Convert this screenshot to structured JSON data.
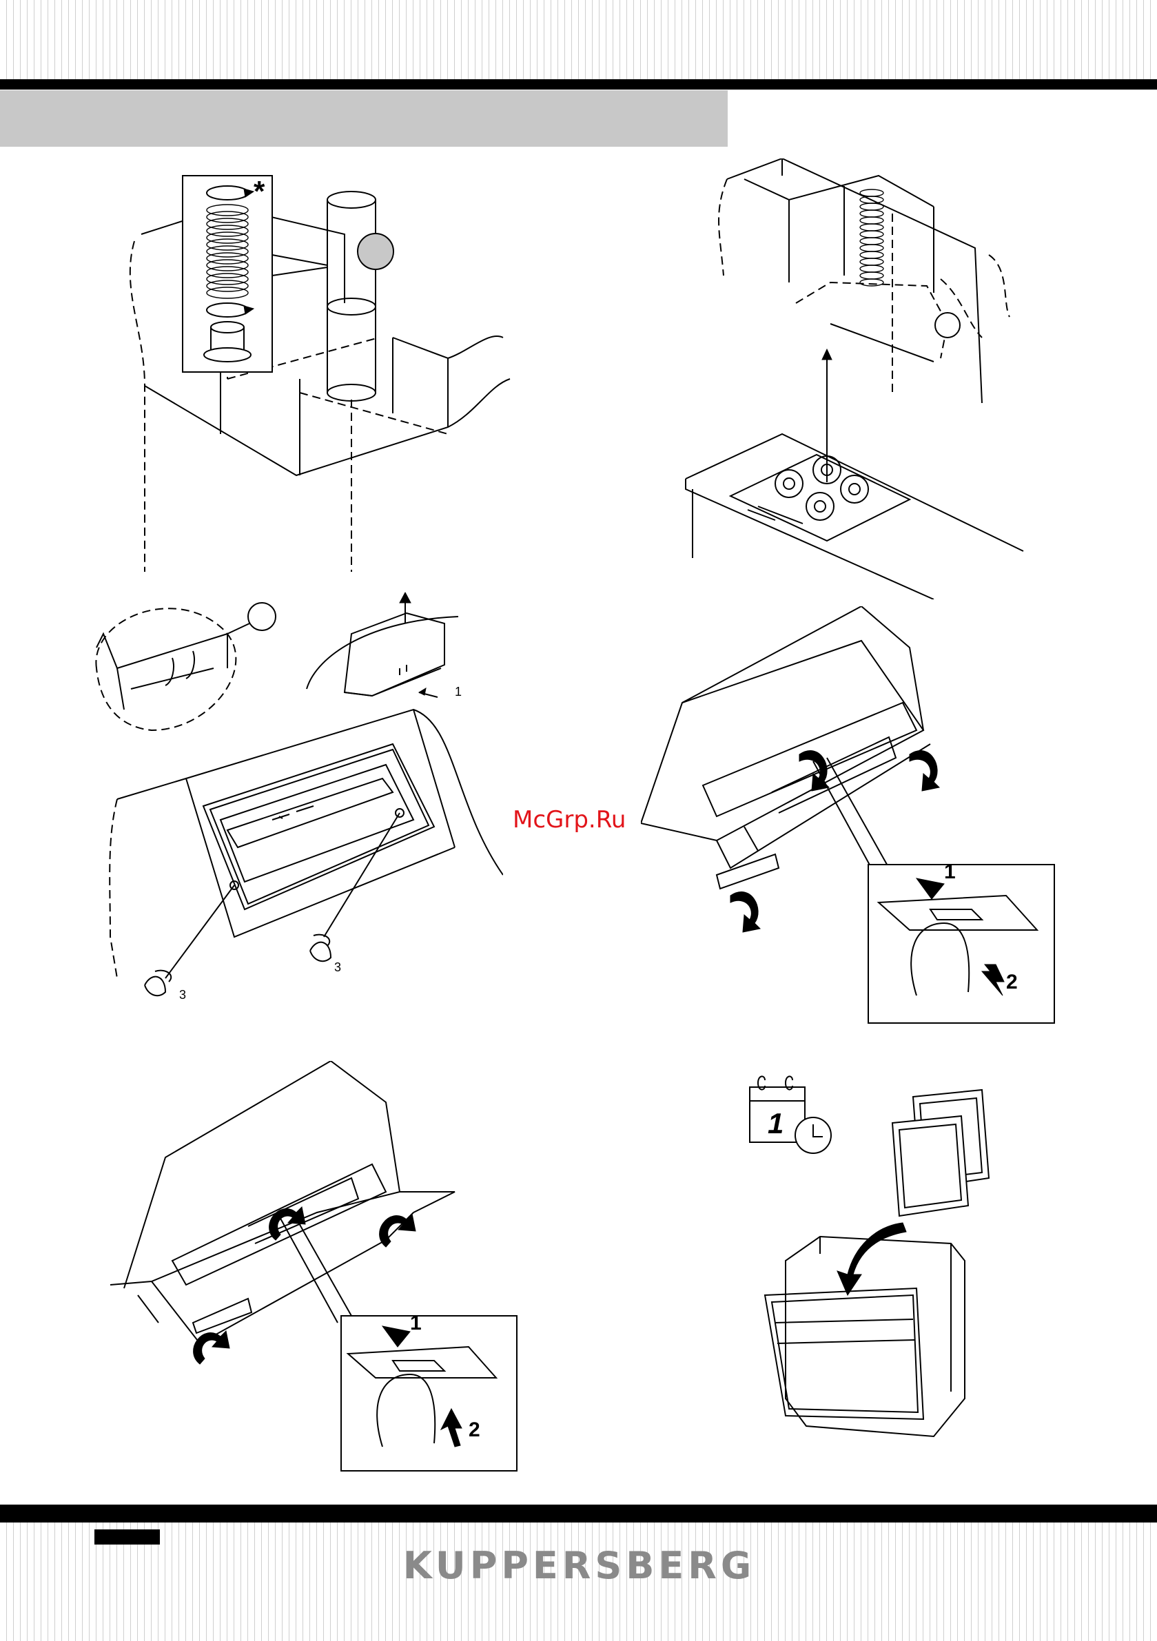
{
  "brand": {
    "name": "KUPPERSBERG"
  },
  "watermark": {
    "text": "McGrp.Ru"
  },
  "figures": {
    "duct_install": {
      "asterisk": "*"
    },
    "mount_hooks": {
      "step": "1"
    },
    "screws": {
      "step_left": "3",
      "step_right": "3"
    },
    "open_panel": {
      "step1": "1",
      "step2": "2"
    },
    "close_panel": {
      "step1": "1",
      "step2": "2"
    },
    "filter_cleaning": {
      "interval": "1"
    }
  }
}
